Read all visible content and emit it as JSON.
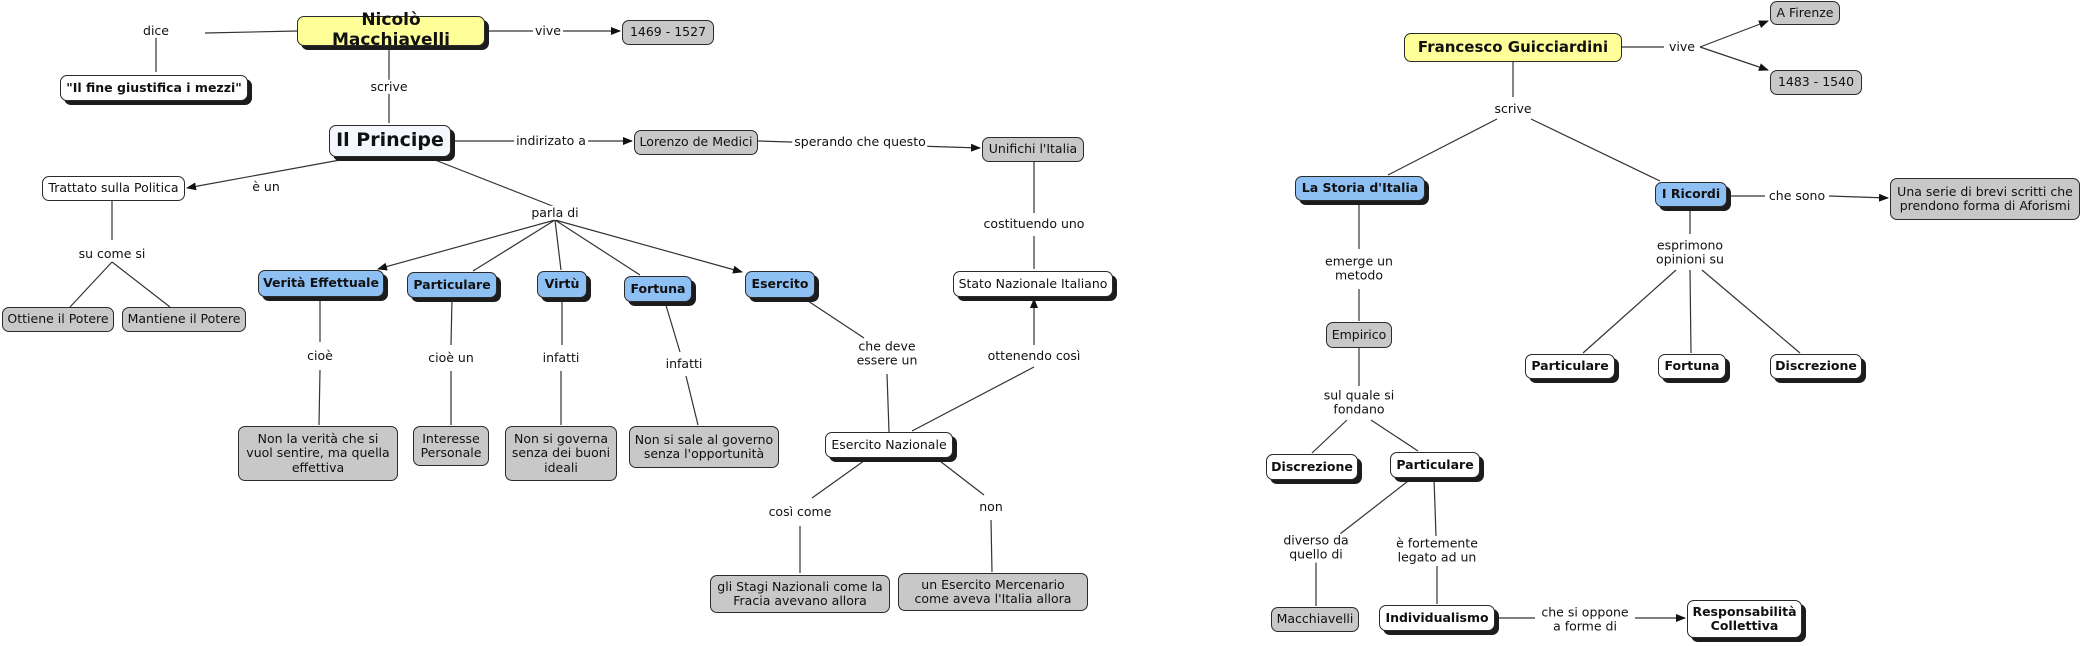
{
  "nodes": {
    "machiavelli": "Nicolò Macchiavelli",
    "fine": "\"Il fine giustifica i mezzi\"",
    "date_m": "1469 - 1527",
    "principe": "Il Principe",
    "medici": "Lorenzo de Medici",
    "unifichi": "Unifichi l'Italia",
    "trattato": "Trattato sulla Politica",
    "ottiene": "Ottiene il Potere",
    "mantiene": "Mantiene il Potere",
    "verita": "Verità Effettuale",
    "particolare1": "Particulare",
    "virtu": "Virtù",
    "fortuna1": "Fortuna",
    "esercito": "Esercito",
    "stato": "Stato Nazionale Italiano",
    "non_verita": "Non la verità che si vuol sentire, ma quella effettiva",
    "interesse": "Interesse Personale",
    "governa": "Non si governa senza dei buoni ideali",
    "sale": "Non si sale al governo senza l'opportunità",
    "esercito_naz": "Esercito Nazionale",
    "stagi": "gli Stagi Nazionali come la Fracia avevano allora",
    "mercenario": "un Esercito Mercenario come aveva l'Italia allora",
    "guicciardini": "Francesco Guicciardini",
    "firenze": "A Firenze",
    "date_g": "1483 - 1540",
    "storia": "La Storia d'Italia",
    "ricordi": "I Ricordi",
    "aforismi": "Una serie di brevi scritti che prendono forma di Aforismi",
    "empirico": "Empirico",
    "particolare2": "Particulare",
    "fortuna2": "Fortuna",
    "discrezione1": "Discrezione",
    "discrezione2": "Discrezione",
    "particolare3": "Particulare",
    "macchiavelli2": "Macchiavelli",
    "individualismo": "Individualismo",
    "responsabilita": "Responsabilità Collettiva"
  },
  "links": {
    "dice": "dice",
    "vive_m": "vive",
    "scrive_m": "scrive",
    "indirizato": "indirizato a",
    "sperando": "sperando che questo",
    "e_un": "è un",
    "su_come_si": "su come si",
    "parla_di": "parla di",
    "costituendo": "costituendo uno",
    "ottenendo": "ottenendo così",
    "cioe": "cioè",
    "cioe_un": "cioè un",
    "infatti1": "infatti",
    "infatti2": "infatti",
    "che_deve": "che deve essere un",
    "cosi_come": "così come",
    "non": "non",
    "vive_g": "vive",
    "scrive_g": "scrive",
    "che_sono": "che sono",
    "emerge": "emerge un metodo",
    "esprimono": "esprimono opinioni su",
    "sul_quale": "sul quale si fondano",
    "diverso": "diverso da quello di",
    "fortemente": "è fortemente legato ad un",
    "si_oppone": "che si oppone a forme di"
  }
}
